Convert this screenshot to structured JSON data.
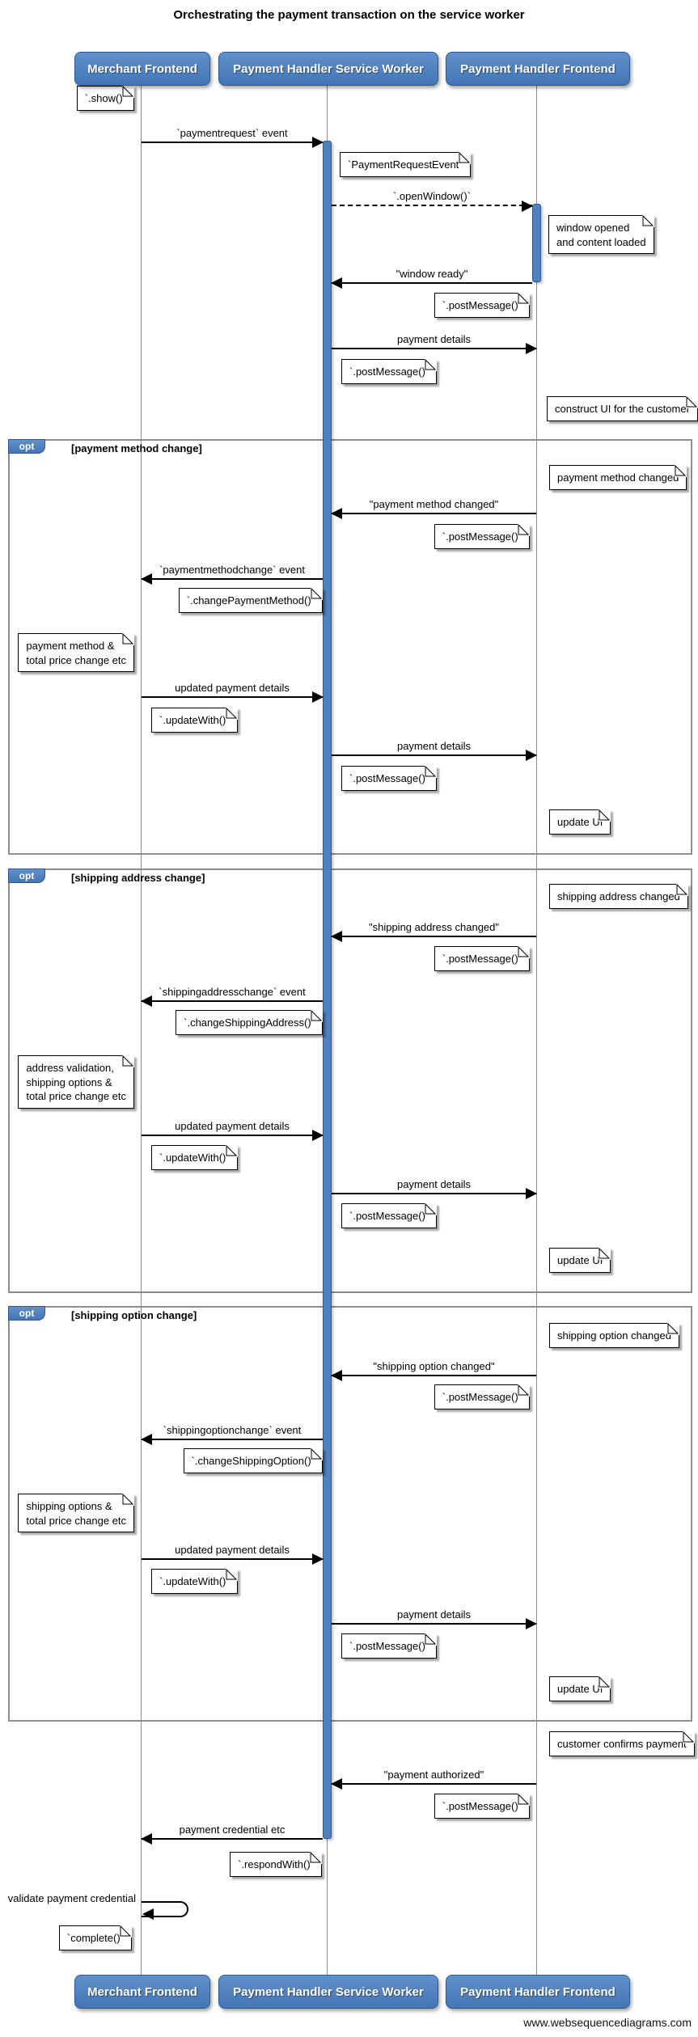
{
  "title": "Orchestrating the payment transaction on the service worker",
  "footer": "www.websequencediagrams.com",
  "actors": [
    {
      "id": "merchant-frontend",
      "label": "Merchant Frontend"
    },
    {
      "id": "payment-handler-service-worker",
      "label": "Payment Handler Service Worker"
    },
    {
      "id": "payment-handler-frontend",
      "label": "Payment Handler Frontend"
    }
  ],
  "fragments": [
    {
      "keyword": "opt",
      "guard": "[payment method change]"
    },
    {
      "keyword": "opt",
      "guard": "[shipping address change]"
    },
    {
      "keyword": "opt",
      "guard": "[shipping option change]"
    }
  ],
  "messages": [
    {
      "label": "`paymentrequest` event",
      "from": "Merchant Frontend",
      "to": "Payment Handler Service Worker",
      "line": "solid"
    },
    {
      "label": "`.openWindow()`",
      "from": "Payment Handler Service Worker",
      "to": "Payment Handler Frontend",
      "line": "dashed"
    },
    {
      "label": "\"window ready\"",
      "from": "Payment Handler Frontend",
      "to": "Payment Handler Service Worker",
      "line": "solid"
    },
    {
      "label": "payment details",
      "from": "Payment Handler Service Worker",
      "to": "Payment Handler Frontend",
      "line": "solid"
    },
    {
      "label": "\"payment method changed\"",
      "from": "Payment Handler Frontend",
      "to": "Payment Handler Service Worker",
      "line": "solid"
    },
    {
      "label": "`paymentmethodchange` event",
      "from": "Payment Handler Service Worker",
      "to": "Merchant Frontend",
      "line": "solid"
    },
    {
      "label": "updated payment details",
      "from": "Merchant Frontend",
      "to": "Payment Handler Service Worker",
      "line": "solid"
    },
    {
      "label": "payment details",
      "from": "Payment Handler Service Worker",
      "to": "Payment Handler Frontend",
      "line": "solid"
    },
    {
      "label": "\"shipping address changed\"",
      "from": "Payment Handler Frontend",
      "to": "Payment Handler Service Worker",
      "line": "solid"
    },
    {
      "label": "`shippingaddresschange` event",
      "from": "Payment Handler Service Worker",
      "to": "Merchant Frontend",
      "line": "solid"
    },
    {
      "label": "updated payment details",
      "from": "Merchant Frontend",
      "to": "Payment Handler Service Worker",
      "line": "solid"
    },
    {
      "label": "payment details",
      "from": "Payment Handler Service Worker",
      "to": "Payment Handler Frontend",
      "line": "solid"
    },
    {
      "label": "\"shipping option changed\"",
      "from": "Payment Handler Frontend",
      "to": "Payment Handler Service Worker",
      "line": "solid"
    },
    {
      "label": "`shippingoptionchange` event",
      "from": "Payment Handler Service Worker",
      "to": "Merchant Frontend",
      "line": "solid"
    },
    {
      "label": "updated payment details",
      "from": "Merchant Frontend",
      "to": "Payment Handler Service Worker",
      "line": "solid"
    },
    {
      "label": "payment details",
      "from": "Payment Handler Service Worker",
      "to": "Payment Handler Frontend",
      "line": "solid"
    },
    {
      "label": "\"payment authorized\"",
      "from": "Payment Handler Frontend",
      "to": "Payment Handler Service Worker",
      "line": "solid"
    },
    {
      "label": "payment credential etc",
      "from": "Payment Handler Service Worker",
      "to": "Merchant Frontend",
      "line": "solid"
    },
    {
      "label": "validate payment credential",
      "from": "Merchant Frontend",
      "to": "Merchant Frontend",
      "line": "self"
    }
  ],
  "notes": [
    {
      "text": "`.show()`"
    },
    {
      "text": "`PaymentRequestEvent`"
    },
    {
      "text": "window opened\nand content loaded"
    },
    {
      "text": "`.postMessage()`"
    },
    {
      "text": "`.postMessage()`"
    },
    {
      "text": "construct UI for the customer"
    },
    {
      "text": "payment method changed"
    },
    {
      "text": "`.postMessage()`"
    },
    {
      "text": "`.changePaymentMethod()`"
    },
    {
      "text": "payment method &\ntotal price change etc"
    },
    {
      "text": "`.updateWith()`"
    },
    {
      "text": "`.postMessage()`"
    },
    {
      "text": "update UI"
    },
    {
      "text": "shipping address changed"
    },
    {
      "text": "`.postMessage()`"
    },
    {
      "text": "`.changeShippingAddress()`"
    },
    {
      "text": "address validation,\nshipping options &\ntotal price change etc"
    },
    {
      "text": "`.updateWith()`"
    },
    {
      "text": "`.postMessage()`"
    },
    {
      "text": "update UI"
    },
    {
      "text": "shipping option changed"
    },
    {
      "text": "`.postMessage()`"
    },
    {
      "text": "`.changeShippingOption()`"
    },
    {
      "text": "shipping options &\ntotal price change etc"
    },
    {
      "text": "`.updateWith()`"
    },
    {
      "text": "`.postMessage()`"
    },
    {
      "text": "update UI"
    },
    {
      "text": "customer confirms payment"
    },
    {
      "text": "`.postMessage()`"
    },
    {
      "text": "`.respondWith()`"
    },
    {
      "text": "`complete()`"
    }
  ],
  "colors": {
    "actor_fill": "#4f81bd",
    "actor_border": "#2c5791",
    "activation_fill": "#4f81bd",
    "fragment_border": "#8c8c8c",
    "opt_tab_fill": "#4f81bd",
    "lifeline": "#8c8c8c",
    "note_background": "#ffffff",
    "text": "#000000"
  }
}
